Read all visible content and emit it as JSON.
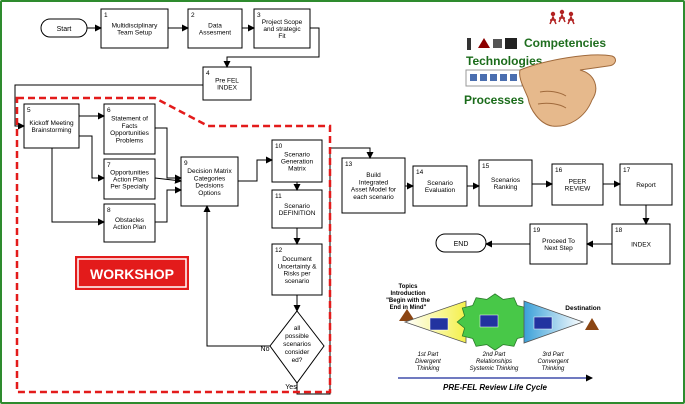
{
  "flow": {
    "start": "Start",
    "end": "END",
    "boxes": {
      "b1": {
        "num": "1",
        "lines": [
          "Multidisciplinary",
          "Team Setup"
        ]
      },
      "b2": {
        "num": "2",
        "lines": [
          "Data",
          "Assesment"
        ]
      },
      "b3": {
        "num": "3",
        "lines": [
          "Project Scope",
          "and strategic",
          "Fit"
        ]
      },
      "b4": {
        "num": "4",
        "lines": [
          "Pre FEL",
          "INDEX"
        ]
      },
      "b5": {
        "num": "5",
        "lines": [
          "Kickoff Meeting",
          "Brainstorming"
        ]
      },
      "b6": {
        "num": "6",
        "lines": [
          "Statement of",
          "Facts",
          "Opportunities",
          "Problems"
        ]
      },
      "b7": {
        "num": "7",
        "lines": [
          "Opportunities",
          "Action Plan",
          "Per Specialty"
        ]
      },
      "b8": {
        "num": "8",
        "lines": [
          "Obstacles",
          "Action Plan"
        ]
      },
      "b9": {
        "num": "9",
        "lines": [
          "Decision Matrix",
          "Categories",
          "Decisions",
          "Options"
        ]
      },
      "b10": {
        "num": "10",
        "lines": [
          "Scenario",
          "Generation",
          "Matrix"
        ]
      },
      "b11": {
        "num": "11",
        "lines": [
          "Scenario",
          "DEFINITION"
        ]
      },
      "b12": {
        "num": "12",
        "lines": [
          "Document",
          "Uncertainty &",
          "Risks per",
          "scenario"
        ]
      },
      "b13": {
        "num": "13",
        "lines": [
          "Build",
          "Integrated",
          "Asset Model for",
          "each scenario"
        ]
      },
      "b14": {
        "num": "14",
        "lines": [
          "Scenario",
          "Evaluation"
        ]
      },
      "b15": {
        "num": "15",
        "lines": [
          "Scenarios",
          "Ranking"
        ]
      },
      "b16": {
        "num": "16",
        "lines": [
          "PEER",
          "REVIEW"
        ]
      },
      "b17": {
        "num": "17",
        "lines": [
          "Report"
        ]
      },
      "b18": {
        "num": "18",
        "lines": [
          "INDEX"
        ]
      },
      "b19": {
        "num": "19",
        "lines": [
          "Proceed To",
          "Next Step"
        ]
      }
    },
    "decision": {
      "lines": [
        "all",
        "possible",
        "scenarios",
        "consider",
        "ed?"
      ],
      "no": "No",
      "yes": "Yes"
    },
    "workshop": "WORKSHOP"
  },
  "graphic": {
    "competencies": "Competencies",
    "technologies": "Technologies",
    "processes": "Processes"
  },
  "lifecycle": {
    "topics": [
      "Topics",
      "Introduction",
      "\"Begin with the",
      "End in Mind\""
    ],
    "destination": "Destination",
    "part1": [
      "1st Part",
      "Divergent",
      "Thinking"
    ],
    "part2": [
      "2nd Part",
      "Relationships",
      "Systemic Thinking"
    ],
    "part3": [
      "3rd Part",
      "Convergent",
      "Thinking"
    ],
    "title": "PRE-FEL Review Life Cycle"
  },
  "colors": {
    "frame": "#2e8b2e",
    "workshop_border": "#e31b1b",
    "workshop_fill": "#e31b1b",
    "competencies": "#1f6e1f",
    "technologies": "#1a6b1a",
    "processes": "#1a6b1a"
  }
}
